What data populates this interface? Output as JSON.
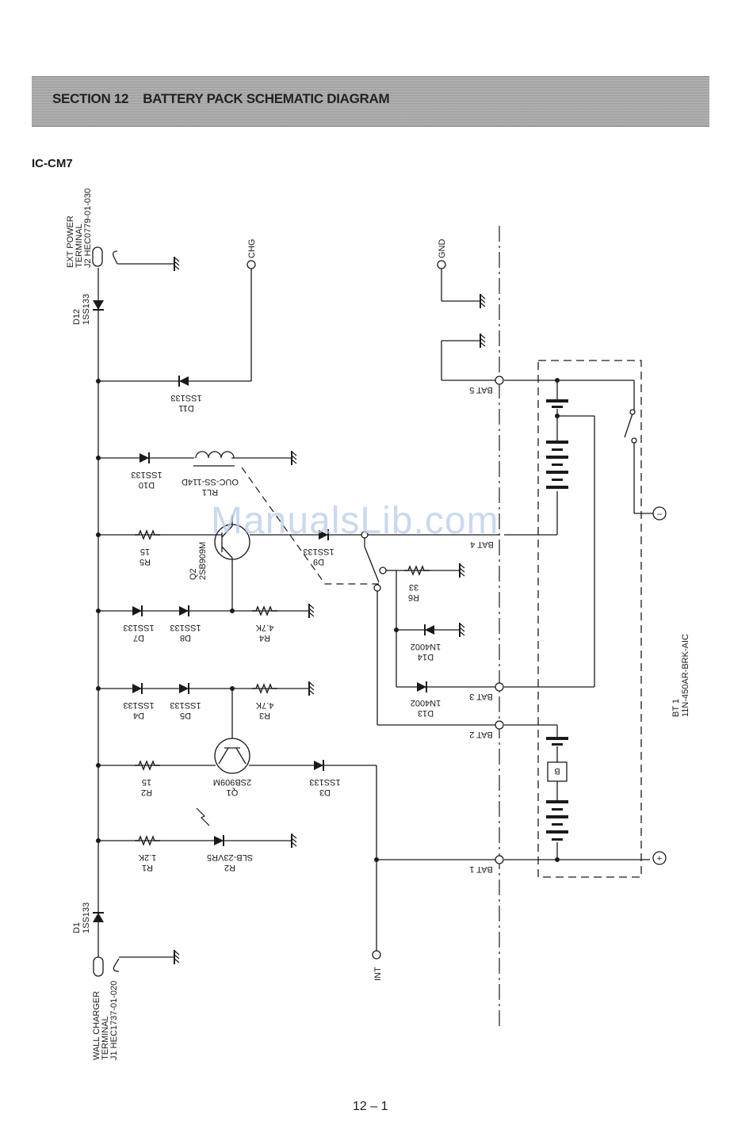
{
  "header": {
    "section": "SECTION 12",
    "title": "BATTERY PACK SCHEMATIC DIAGRAM"
  },
  "model": "IC-CM7",
  "watermark": "ManualsLib.com",
  "page_number": "12 – 1",
  "labels": {
    "ext_power_1": "EXT POWER",
    "ext_power_2": "TERMINAL",
    "ext_power_3": "J2 HEC0779-01-030",
    "wall_charger_1": "WALL CHARGER",
    "wall_charger_2": "TERMINAL",
    "wall_charger_3": "J1 HEC1737-01-020",
    "chg": "CHG",
    "gnd": "GND",
    "int": "INT",
    "bat1": "BAT 1",
    "bat2": "BAT 2",
    "bat3": "BAT 3",
    "bat4": "BAT 4",
    "bat5": "BAT 5",
    "bt1_ref": "BT 1",
    "bt1_part": "11N-450AR-BRK-AIC",
    "d12_ref": "D12",
    "d12_part": "1SS133",
    "d1_ref": "D1",
    "d1_part": "1SS133",
    "d11_ref": "D11",
    "d11_part": "1SS133",
    "d10_ref": "D10",
    "d10_part": "1SS133",
    "rl1_ref": "RL1",
    "rl1_part": "OUC-SS-114D",
    "r5_ref": "R5",
    "r5_val": "15",
    "q2_ref": "Q2",
    "q2_part": "2SB909M",
    "d9_ref": "D9",
    "d9_part": "1SS133",
    "r6_ref": "R6",
    "r6_val": "33",
    "d14_ref": "D14",
    "d14_part": "1N4002",
    "d7_ref": "D7",
    "d7_part": "1SS133",
    "d8_ref": "D8",
    "d8_part": "1SS133",
    "r4_ref": "R4",
    "r4_val": "4.7K",
    "d4_ref": "D4",
    "d4_part": "1SS133",
    "d5_ref": "D5",
    "d5_part": "1SS133",
    "r3_ref": "R3",
    "r3_val": "4.7K",
    "d13_ref": "D13",
    "d13_part": "1N4002",
    "r2_ref": "R2",
    "r2_val": "15",
    "q1_ref": "Q1",
    "q1_part": "2SB909M",
    "d3_ref": "D3",
    "d3_part": "1SS133",
    "r1_ref": "R1",
    "r1_val": "1.2K",
    "led_ref": "R2",
    "led_part": "SLB-23VR5",
    "breaker": "B",
    "minus": "–",
    "plus": "+"
  }
}
